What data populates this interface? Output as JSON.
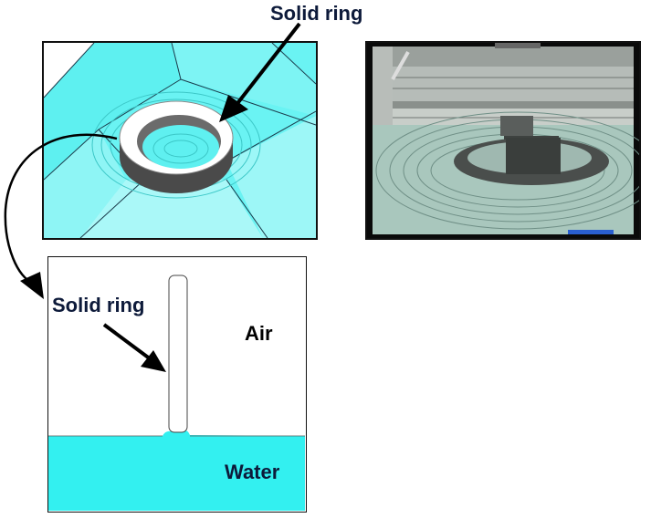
{
  "labels": {
    "top_ring": "Solid ring",
    "side_ring": "Solid ring",
    "air": "Air",
    "water": "Water"
  },
  "colors": {
    "cyan": "#5cf2f2",
    "light_cyan": "#8ef5f5",
    "water": "#33f0f0",
    "dark_text": "#0d1a3a"
  },
  "icons": {
    "arrow_top": "arrow-icon",
    "arrow_side": "arrow-icon",
    "curved_arrow": "curved-arrow-icon"
  }
}
